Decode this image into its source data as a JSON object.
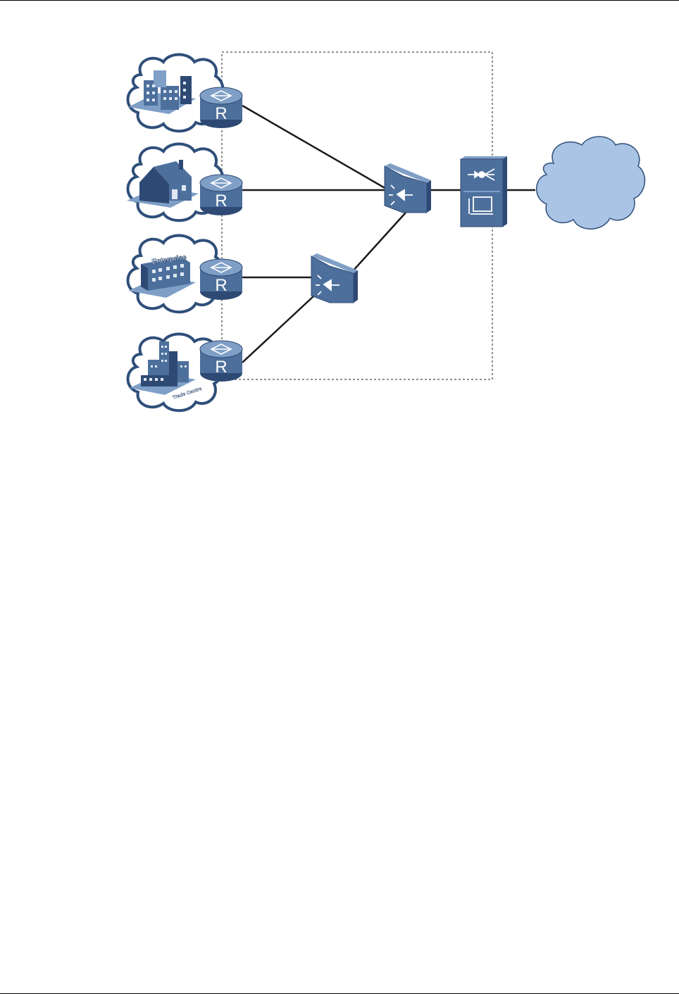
{
  "diagram": {
    "routers": [
      {
        "letter": "R",
        "site": "office-buildings"
      },
      {
        "letter": "R",
        "site": "house"
      },
      {
        "letter": "R",
        "site": "enterprise"
      },
      {
        "letter": "R",
        "site": "trade-centre"
      }
    ],
    "site_labels": {
      "enterprise": "Enterprise",
      "trade_centre": "Trade Centre"
    },
    "colors": {
      "device_fill": "#4d6f9c",
      "device_dark": "#2e4a74",
      "device_light": "#7f9fc6",
      "site_cloud_fill": "#ffffff",
      "site_cloud_stroke": "#2f4f7a",
      "network_cloud_fill": "#a9c4e4",
      "link": "#1a1a1a"
    },
    "icons": {
      "router": "router-icon",
      "aggregation": "aggregation-switch-icon",
      "access": "access-switch-icon",
      "gateway": "security-gateway-icon",
      "network": "network-cloud-icon"
    }
  }
}
